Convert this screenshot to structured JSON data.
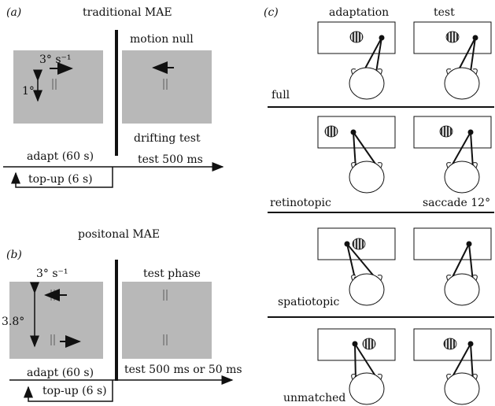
{
  "panel_a": {
    "label": "(a)",
    "title": "traditional MAE",
    "speed": "3° s⁻¹",
    "size": "1°",
    "motion_null": "motion null",
    "drifting_test": "drifting test",
    "adapt": "adapt (60 s)",
    "test": "test 500 ms",
    "topup": "top-up (6 s)"
  },
  "panel_b": {
    "label": "(b)",
    "title": "positonal MAE",
    "speed": "3° s⁻¹",
    "size": "3.8°",
    "test_phase": "test phase",
    "adapt": "adapt (60 s)",
    "test": "test 500 ms or 50 ms",
    "topup": "top-up (6 s)"
  },
  "panel_c": {
    "label": "(c)",
    "col_adaptation": "adaptation",
    "col_test": "test",
    "conditions": [
      "full",
      "retinotopic",
      "spatiotopic",
      "unmatched"
    ],
    "saccade": "saccade 12°"
  },
  "colors": {
    "stimulus_bg": "#b8b8b8",
    "ink": "#111111"
  }
}
